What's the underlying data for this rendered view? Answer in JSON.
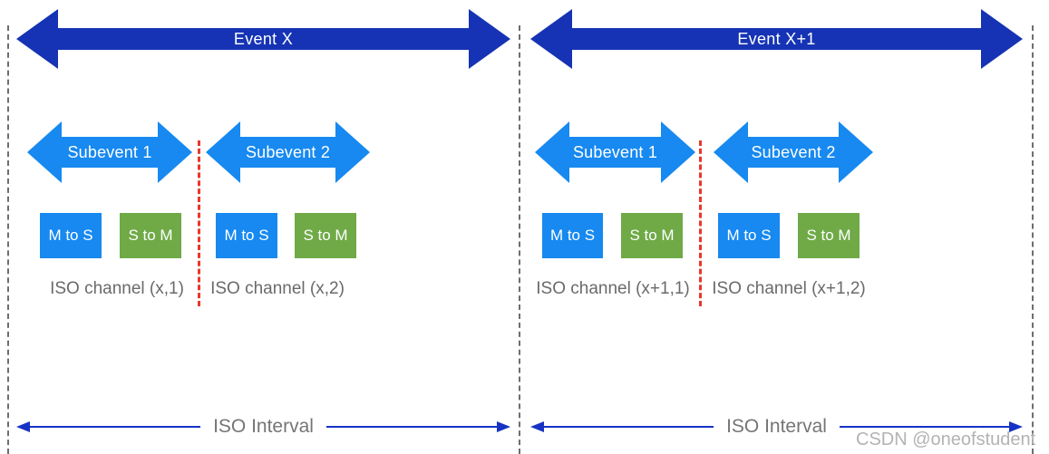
{
  "watermark": "CSDN @oneofstudent",
  "colors": {
    "event_arrow": "#1533b4",
    "subevent_arrow": "#1789f0",
    "m_to_s_box": "#1789f0",
    "s_to_m_box": "#6faa47",
    "interval_arrow": "#1733c4",
    "divider_red": "#e5392e",
    "boundary_gray": "#6e6e6e",
    "channel_text": "#6a6a6a",
    "interval_text": "#757575",
    "watermark_text": "#b3b3b3"
  },
  "events": [
    {
      "label": "Event X",
      "interval_label": "ISO Interval",
      "subevents": [
        {
          "label": "Subevent 1",
          "channel": "ISO channel (x,1)",
          "boxes": [
            {
              "label": "M to S"
            },
            {
              "label": "S to M"
            }
          ]
        },
        {
          "label": "Subevent 2",
          "channel": "ISO channel (x,2)",
          "boxes": [
            {
              "label": "M to S"
            },
            {
              "label": "S to M"
            }
          ]
        }
      ]
    },
    {
      "label": "Event X+1",
      "interval_label": "ISO Interval",
      "subevents": [
        {
          "label": "Subevent 1",
          "channel": "ISO channel (x+1,1)",
          "boxes": [
            {
              "label": "M to S"
            },
            {
              "label": "S to M"
            }
          ]
        },
        {
          "label": "Subevent 2",
          "channel": "ISO channel (x+1,2)",
          "boxes": [
            {
              "label": "M to S"
            },
            {
              "label": "S to M"
            }
          ]
        }
      ]
    }
  ]
}
